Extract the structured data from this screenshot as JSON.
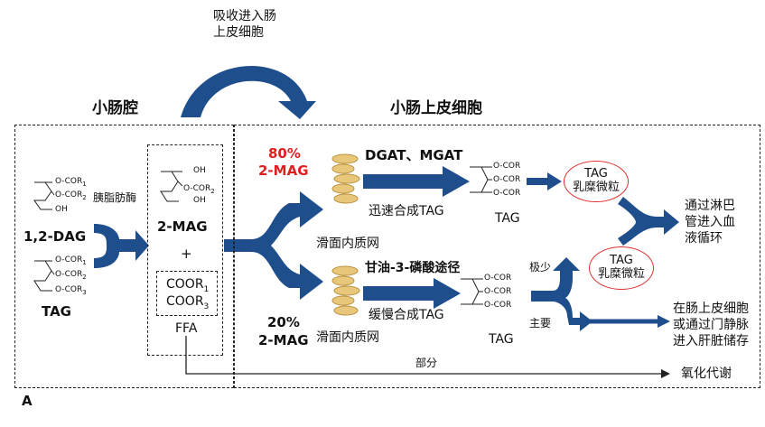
{
  "colors": {
    "arrow": "#1f4e8c",
    "highlight": "#e02020",
    "ellipse_border": "#e03030",
    "line": "#222222"
  },
  "top_arrow_label": [
    "吸收进入肠",
    "上皮细胞"
  ],
  "regions": {
    "lumen": "小肠腔",
    "epithelium": "小肠上皮细胞"
  },
  "lumen": {
    "dag_groups": [
      "O-COR",
      "O-COR",
      "OH"
    ],
    "dag_subs": [
      "1",
      "2",
      ""
    ],
    "dag_name": "1,2-DAG",
    "tag_groups": [
      "O-COR",
      "O-COR",
      "O-COR"
    ],
    "tag_subs": [
      "1",
      "2",
      "3"
    ],
    "tag_name": "TAG",
    "enzyme": "胰脂肪酶"
  },
  "products": {
    "mag_groups": [
      "OH",
      "O-COR",
      "OH"
    ],
    "mag_subs": [
      "",
      "2",
      ""
    ],
    "mag_name": "2-MAG",
    "plus": "+",
    "coor1": "COOR",
    "coor1_sub": "1",
    "coor3": "COOR",
    "coor3_sub": "3",
    "ffa": "FFA"
  },
  "upper_pathway": {
    "percent": "80%",
    "mag": "2-MAG",
    "enzymes": "DGAT、MGAT",
    "rate": "迅速合成TAG",
    "er_label": "滑面内质网",
    "tag_groups": [
      "O-COR",
      "O-COR",
      "O-COR"
    ],
    "tag_name": "TAG",
    "chylo": [
      "TAG",
      "乳糜微粒"
    ],
    "fate": [
      "通过淋巴",
      "管进入血",
      "液循环"
    ]
  },
  "lower_pathway": {
    "percent": "20%",
    "mag": "2-MAG",
    "route": "甘油-3-磷酸途径",
    "rate": "缓慢合成TAG",
    "er_label": "滑面内质网",
    "tag_groups": [
      "O-COR",
      "O-COR",
      "O-COR"
    ],
    "tag_name": "TAG",
    "minor": "极少",
    "major": "主要",
    "chylo": [
      "TAG",
      "乳糜微粒"
    ],
    "fate": [
      "在肠上皮细胞",
      "或通过门静脉",
      "进入肝脏储存"
    ]
  },
  "oxidation": {
    "part": "部分",
    "label": "氧化代谢"
  },
  "panel_label": "A"
}
